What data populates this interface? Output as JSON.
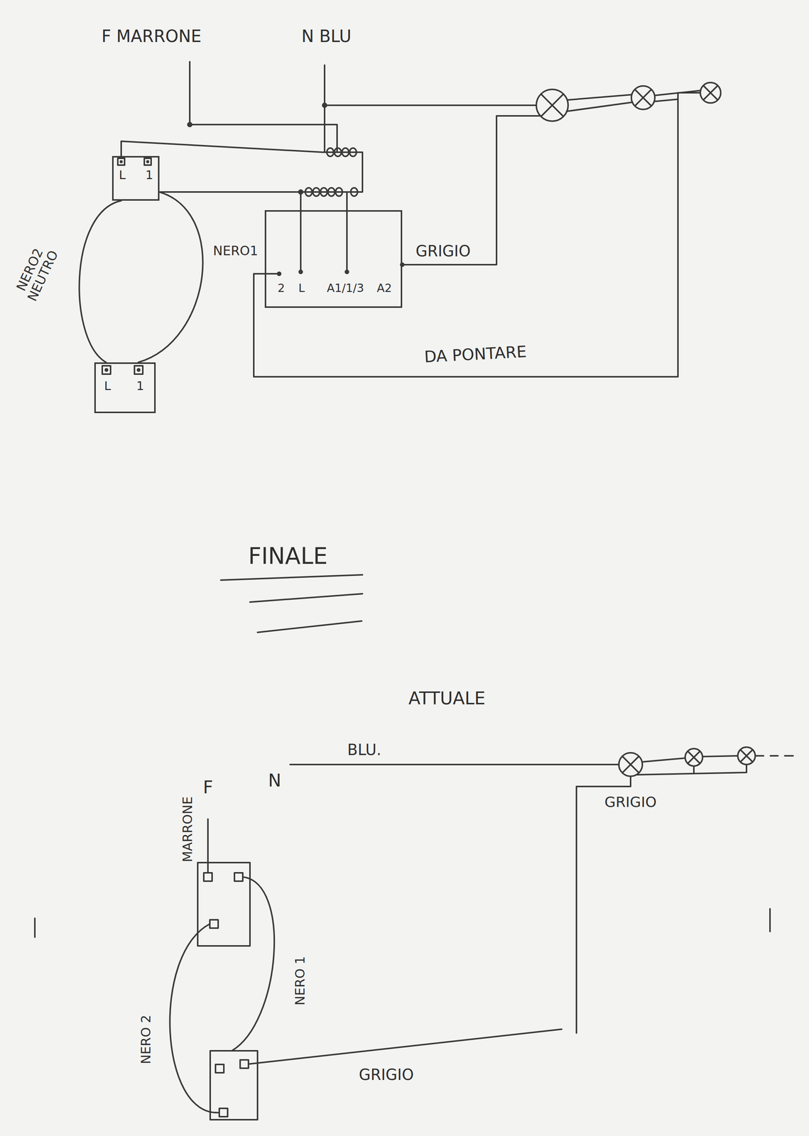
{
  "diagram": {
    "nodes": [
      {
        "text": [
          "L",
          "1"
        ]
      },
      {
        "text": [
          "L",
          "1"
        ]
      },
      {
        "text": [
          "2",
          "L",
          "A1/1/3",
          "A2"
        ]
      }
    ],
    "edges": [
      {
        "from": 0,
        "to": 1,
        "arrow": "none",
        "label": "NERO2 NEUTRO"
      },
      {
        "from": 0,
        "to": 1,
        "arrow": "none",
        "label": "NERO1"
      },
      {
        "from": 0,
        "to": 2,
        "arrow": "none"
      }
    ],
    "labels": [
      "F MARRONE",
      "N BLU",
      "GRIGIO",
      "DA PONTARE",
      "FINALE",
      "ATTUALE",
      "BLU.",
      "F",
      "N",
      "GRIGIO",
      "MARRONE",
      "NERO 1",
      "NERO 2",
      "GRIGIO"
    ]
  }
}
